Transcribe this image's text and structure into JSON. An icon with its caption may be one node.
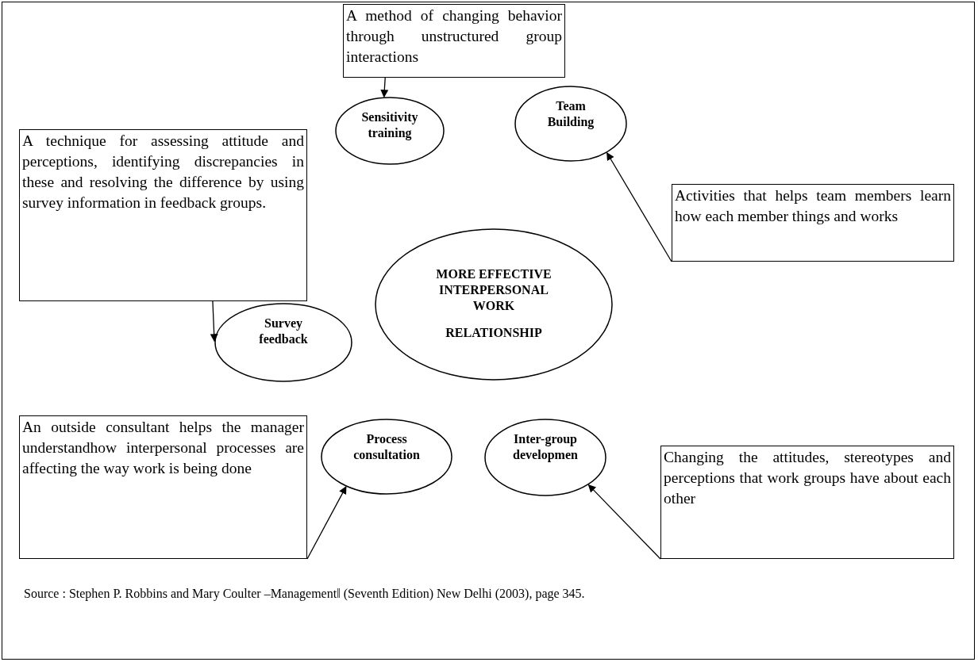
{
  "diagram": {
    "caption": "Source : Stephen P. Robbins and Mary Coulter –Management‖ (Seventh Edition) New Delhi (2003), page 345.",
    "nodes": [
      {
        "text": [
          "A method of changing behavior through unstructured group interactions"
        ]
      },
      {
        "text": [
          "Sensitivity training"
        ]
      },
      {
        "text": [
          "Team Building"
        ]
      },
      {
        "text": [
          "A technique for assessing attitude and perceptions, identifying discrepancies in these and resolving the difference by using survey information in feedback groups."
        ]
      },
      {
        "text": [
          "Activities that helps team members learn how each member things and works"
        ]
      },
      {
        "text": [
          "MORE EFFECTIVE INTERPERSONAL WORK",
          "RELATIONSHIP"
        ]
      },
      {
        "text": [
          "Survey feedback"
        ]
      },
      {
        "text": [
          "An outside consultant helps the manager understandhow interpersonal processes are affecting the way work is being done"
        ]
      },
      {
        "text": [
          "Process consultation"
        ]
      },
      {
        "text": [
          "Inter-group developmen"
        ]
      },
      {
        "text": [
          "Changing the attitudes, stereotypes and perceptions that work groups have about each other"
        ]
      }
    ],
    "edges": [
      {
        "from": 0,
        "to": 1,
        "arrow": "to"
      },
      {
        "from": 3,
        "to": 6,
        "arrow": "to"
      },
      {
        "from": 4,
        "to": 2,
        "arrow": "to"
      },
      {
        "from": 7,
        "to": 8,
        "arrow": "to"
      },
      {
        "from": 10,
        "to": 9,
        "arrow": "to"
      }
    ]
  }
}
